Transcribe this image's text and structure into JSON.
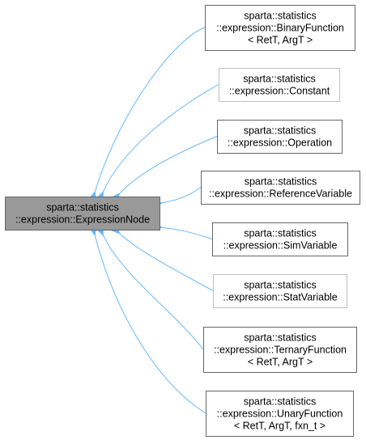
{
  "diagram": {
    "base": {
      "lines": [
        "sparta::statistics",
        "::expression::ExpressionNode"
      ],
      "fill": "#999999",
      "stroke": "#666666"
    },
    "derived": [
      {
        "id": "binary-function",
        "lines": [
          "sparta::statistics",
          "::expression::BinaryFunction",
          "< RetT, ArgT >"
        ],
        "stroke": "#666666"
      },
      {
        "id": "constant",
        "lines": [
          "sparta::statistics",
          "::expression::Constant"
        ],
        "stroke": "#bfbfbf"
      },
      {
        "id": "operation",
        "lines": [
          "sparta::statistics",
          "::expression::Operation"
        ],
        "stroke": "#666666"
      },
      {
        "id": "reference-variable",
        "lines": [
          "sparta::statistics",
          "::expression::ReferenceVariable"
        ],
        "stroke": "#666666"
      },
      {
        "id": "sim-variable",
        "lines": [
          "sparta::statistics",
          "::expression::SimVariable"
        ],
        "stroke": "#666666"
      },
      {
        "id": "stat-variable",
        "lines": [
          "sparta::statistics",
          "::expression::StatVariable"
        ],
        "stroke": "#bfbfbf"
      },
      {
        "id": "ternary-function",
        "lines": [
          "sparta::statistics",
          "::expression::TernaryFunction",
          "< RetT, ArgT >"
        ],
        "stroke": "#666666"
      },
      {
        "id": "unary-function",
        "lines": [
          "sparta::statistics",
          "::expression::UnaryFunction",
          "< RetT, ArgT, fxn_t >"
        ],
        "stroke": "#666666"
      }
    ],
    "edge_color": "#63b8ff"
  }
}
